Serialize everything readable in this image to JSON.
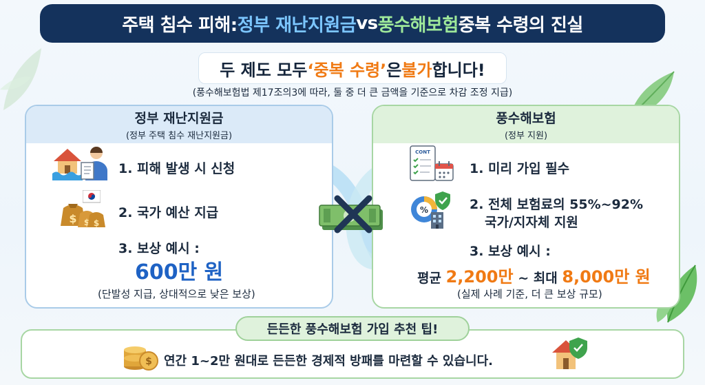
{
  "title": {
    "part1": "주택 침수 피해: ",
    "part2": "정부 재난지원금",
    "part3": " vs ",
    "part4": "풍수해보험",
    "part5": " 중복 수령의 진실"
  },
  "warning": {
    "part1": "두 제도 모두 ",
    "part2": "‘중복 수령’",
    "part3": "은 ",
    "part4": "불가",
    "part5": "합니다!"
  },
  "law_note": "(풍수해보험법 제17조의3에 따라, 둘 중 더 큰 금액을 기준으로 차감 조정 지급)",
  "gov_card": {
    "title": "정부 재난지원금",
    "subtitle": "(정부 주택 침수 재난지원금)",
    "step1": "1. 피해 발생 시 신청",
    "step2": "2. 국가 예산 지급",
    "step3": "3. 보상 예시 :",
    "amount": "600만 원",
    "note": "(단발성 지급, 상대적으로 낮은 보상)"
  },
  "ins_card": {
    "title": "풍수해보험",
    "subtitle": "(정부 지원)",
    "step1": "1. 미리 가입 필수",
    "step2a": "2. 전체 보험료의 55%~92%",
    "step2b": "국가/지자체 지원",
    "step3": "3. 보상 예시 :",
    "amount_prefix": "평균 ",
    "amount_avg": "2,200만",
    "amount_mid": " ~ 최대 ",
    "amount_max": "8,000만 원",
    "note": "(실제 사례 기준, 더 큰 보상 규모)",
    "doc_label": "CONT"
  },
  "tip": {
    "label": "든든한 풍수해보험 가입 추천 팁!",
    "text": "연간 1~2만 원대로 든든한 경제적 방패를 마련할 수 있습니다."
  },
  "icons": [
    "house-flood-icon",
    "person-form-icon",
    "money-bag-icon",
    "korea-flag-icon",
    "contract-icon",
    "calendar-icon",
    "pie-chart-icon",
    "shield-check-icon",
    "building-icon",
    "cash-stack-icon",
    "cross-x-icon",
    "coins-icon",
    "house-shield-icon",
    "leaf-icon"
  ]
}
